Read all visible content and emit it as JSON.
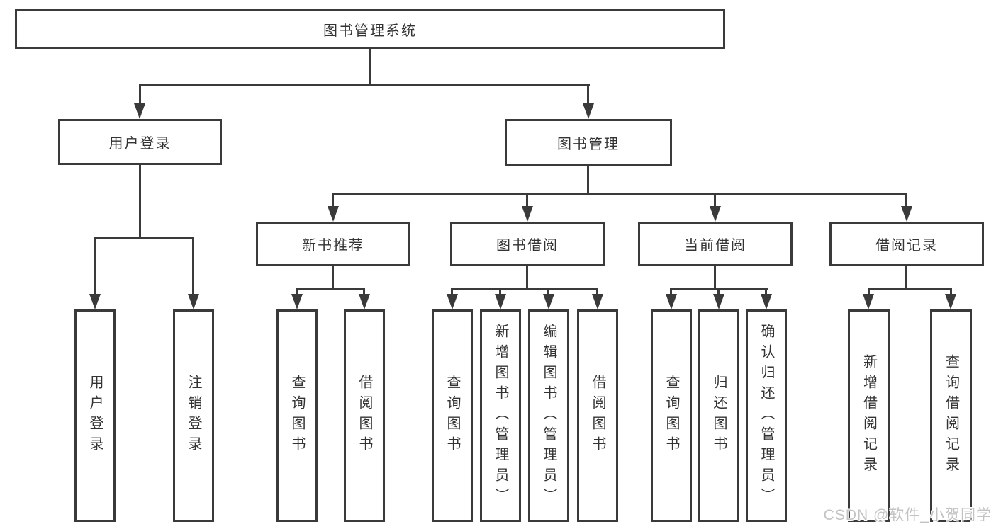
{
  "diagram": {
    "root": "图书管理系统",
    "level2": [
      "用户登录",
      "图书管理"
    ],
    "level3": [
      "新书推荐",
      "图书借阅",
      "当前借阅",
      "借阅记录"
    ],
    "leaves_user": [
      "用户登录",
      "注销登录"
    ],
    "leaves_newbook": [
      "查询图书",
      "借阅图书"
    ],
    "leaves_borrow": [
      "查询图书",
      "新增图书（管理员）",
      "编辑图书（管理员）",
      "借阅图书"
    ],
    "leaves_current": [
      "查询图书",
      "归还图书",
      "确认归还（管理员）"
    ],
    "leaves_record": [
      "新增借阅记录",
      "查询借阅记录"
    ],
    "colors": {
      "line": "#3a3a3a",
      "box_border": "#3a3a3a",
      "text": "#333333",
      "background": "#ffffff",
      "watermark": "#c3c3c3"
    },
    "watermark": "CSDN @软件_小贺同学"
  }
}
